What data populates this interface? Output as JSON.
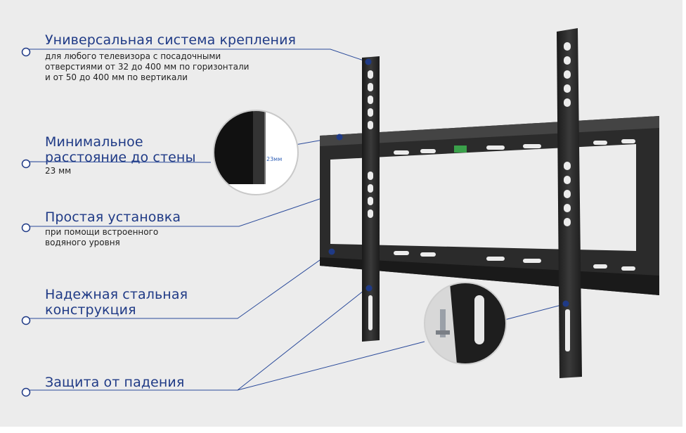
{
  "features": [
    {
      "title": "Универсальная система крепления",
      "desc": "для любого телевизора с посадочными\nотверстиями от 32 до 400 мм по горизонтали\nи от 50 до 400 мм по вертикали"
    },
    {
      "title": "Минимальное\nрасстояние до стены",
      "desc": "23 мм"
    },
    {
      "title": "Простая  установка",
      "desc": "при помощи встроенного\nводяного уровня"
    },
    {
      "title": "Надежная стальная\nконструкция",
      "desc": ""
    },
    {
      "title": "Защита от падения",
      "desc": ""
    }
  ],
  "callout_label": "23мм",
  "colors": {
    "accent": "#1f3a86",
    "line": "#2a4a9a",
    "metal": "#222222"
  }
}
